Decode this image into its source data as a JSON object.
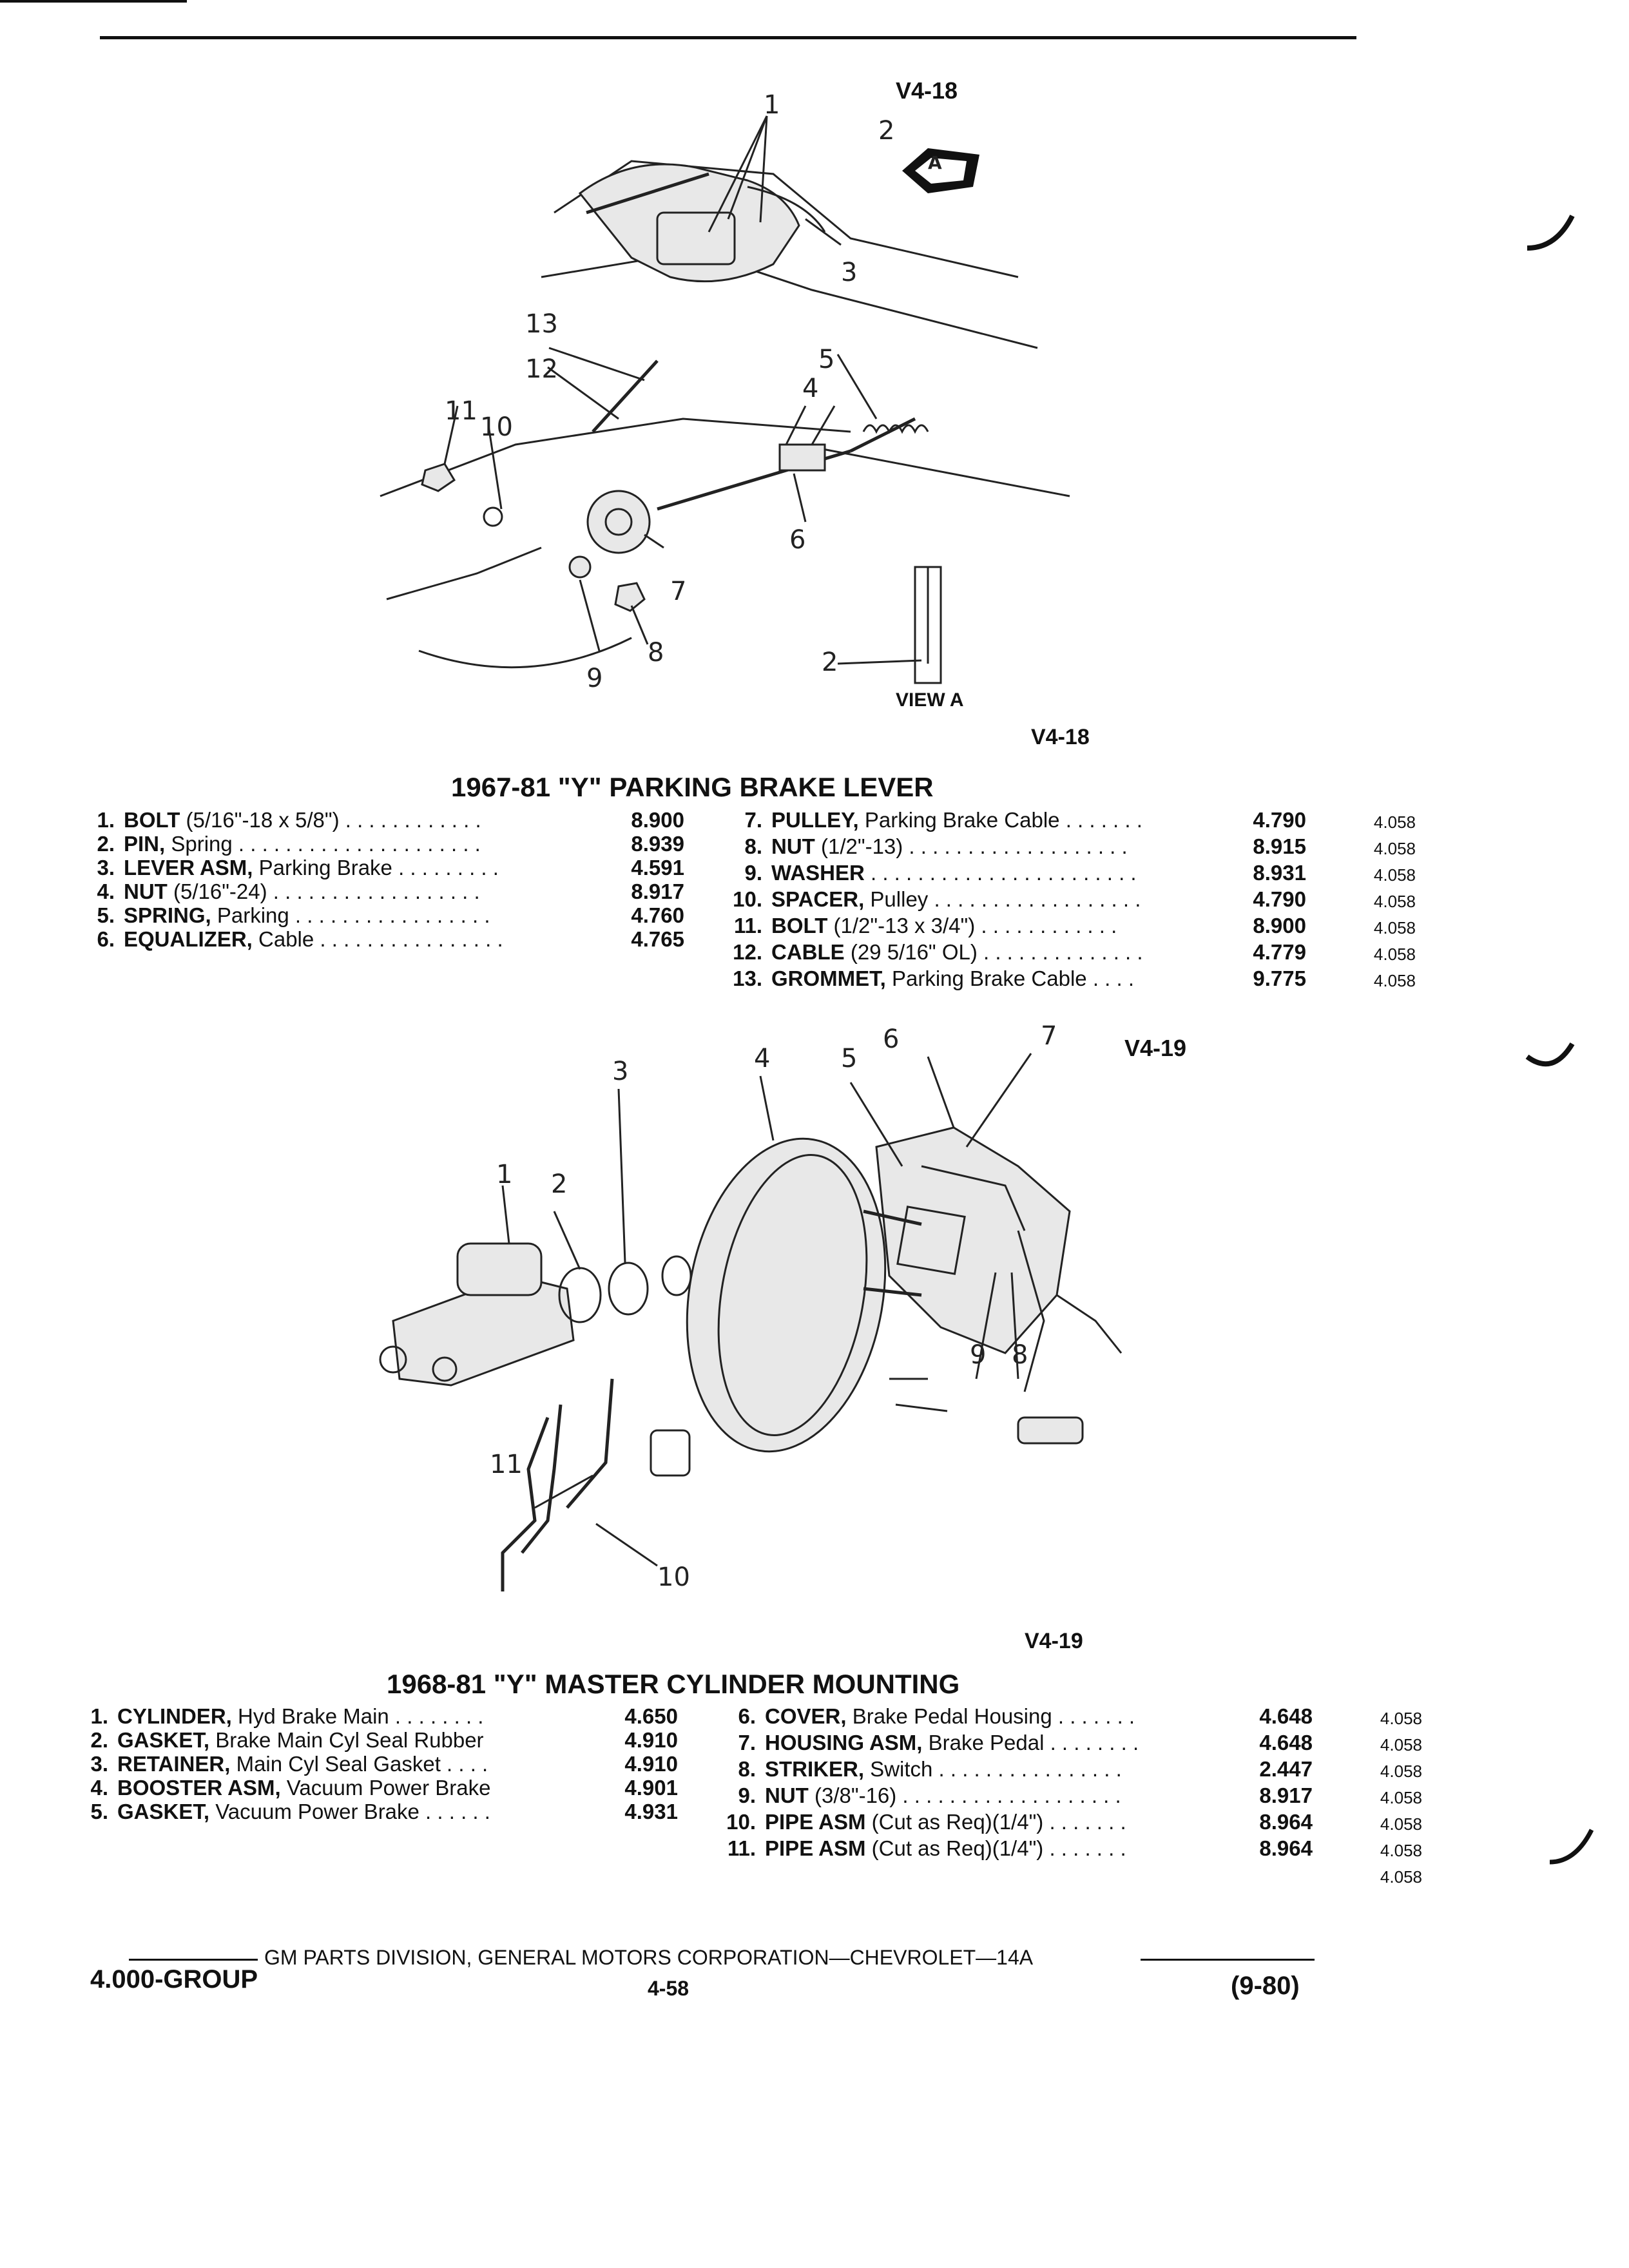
{
  "diagram1": {
    "code": "V4-18",
    "view_label": "VIEW A",
    "view_letter": "A",
    "caption": "V4-18",
    "callouts": [
      "1",
      "2",
      "3",
      "4",
      "5",
      "6",
      "7",
      "8",
      "9",
      "10",
      "11",
      "12",
      "13",
      "2"
    ]
  },
  "section1": {
    "title": "1967-81 \"Y\" PARKING BRAKE LEVER",
    "left": [
      {
        "num": "1.",
        "name": "BOLT",
        "desc": " (5/16\"-18 x 5/8\") . . . . . . . . . . . .",
        "part": "8.900"
      },
      {
        "num": "2.",
        "name": "PIN,",
        "desc": " Spring . . . . . . . . . . . . . . . . . . . . .",
        "part": "8.939"
      },
      {
        "num": "3.",
        "name": "LEVER ASM,",
        "desc": " Parking Brake . . . . . . . . .",
        "part": "4.591"
      },
      {
        "num": "4.",
        "name": "NUT",
        "desc": " (5/16\"-24) . . . . . . . . . . . . . . . . . .",
        "part": "8.917"
      },
      {
        "num": "5.",
        "name": "SPRING,",
        "desc": " Parking . . . . . . . . . . . . . . . . .",
        "part": "4.760"
      },
      {
        "num": "6.",
        "name": "EQUALIZER,",
        "desc": " Cable . . . . . . . . . . . . . . . .",
        "part": "4.765"
      }
    ],
    "right": [
      {
        "num": "7.",
        "name": "PULLEY,",
        "desc": " Parking Brake Cable . . . . . . .",
        "part": "4.790",
        "grp": "4.058"
      },
      {
        "num": "8.",
        "name": "NUT",
        "desc": " (1/2\"-13) . . . . . . . . . . . . . . . . . . .",
        "part": "8.915",
        "grp": "4.058"
      },
      {
        "num": "9.",
        "name": "WASHER",
        "desc": " . . . . . . . . . . . . . . . . . . . . . . .",
        "part": "8.931",
        "grp": "4.058"
      },
      {
        "num": "10.",
        "name": "SPACER,",
        "desc": " Pulley . . . . . . . . . . . . . . . . . .",
        "part": "4.790",
        "grp": "4.058"
      },
      {
        "num": "11.",
        "name": "BOLT",
        "desc": " (1/2\"-13 x 3/4\") . . . . . . . . . . . .",
        "part": "8.900",
        "grp": "4.058"
      },
      {
        "num": "12.",
        "name": "CABLE",
        "desc": " (29 5/16\" OL) . . . . . . . . . . . . . .",
        "part": "4.779",
        "grp": "4.058"
      },
      {
        "num": "13.",
        "name": "GROMMET,",
        "desc": " Parking Brake Cable . . . .",
        "part": "9.775",
        "grp": "4.058"
      }
    ]
  },
  "diagram2": {
    "code": "V4-19",
    "caption": "V4-19",
    "callouts": [
      "1",
      "2",
      "3",
      "4",
      "5",
      "6",
      "7",
      "8",
      "9",
      "10",
      "11"
    ]
  },
  "section2": {
    "title": "1968-81 \"Y\" MASTER CYLINDER MOUNTING",
    "left": [
      {
        "num": "1.",
        "name": "CYLINDER,",
        "desc": " Hyd Brake Main . . . . . . . .",
        "part": "4.650"
      },
      {
        "num": "2.",
        "name": "GASKET,",
        "desc": " Brake Main Cyl Seal Rubber",
        "part": "4.910"
      },
      {
        "num": "3.",
        "name": "RETAINER,",
        "desc": " Main Cyl Seal Gasket . . . .",
        "part": "4.910"
      },
      {
        "num": "4.",
        "name": "BOOSTER ASM,",
        "desc": " Vacuum Power Brake",
        "part": "4.901"
      },
      {
        "num": "5.",
        "name": "GASKET,",
        "desc": " Vacuum Power Brake . . . . . .",
        "part": "4.931"
      }
    ],
    "right": [
      {
        "num": "6.",
        "name": "COVER,",
        "desc": " Brake Pedal Housing . . . . . . .",
        "part": "4.648",
        "grp": "4.058"
      },
      {
        "num": "7.",
        "name": "HOUSING ASM,",
        "desc": " Brake Pedal . . . . . . . .",
        "part": "4.648",
        "grp": "4.058"
      },
      {
        "num": "8.",
        "name": "STRIKER,",
        "desc": " Switch . . . . . . . . . . . . . . . .",
        "part": "2.447",
        "grp": "4.058"
      },
      {
        "num": "9.",
        "name": "NUT",
        "desc": " (3/8\"-16) . . . . . . . . . . . . . . . . . . .",
        "part": "8.917",
        "grp": "4.058"
      },
      {
        "num": "10.",
        "name": "PIPE ASM",
        "desc": " (Cut as Req)(1/4\") . . . . . . .",
        "part": "8.964",
        "grp": "4.058"
      },
      {
        "num": "11.",
        "name": "PIPE ASM",
        "desc": " (Cut as Req)(1/4\") . . . . . . .",
        "part": "8.964",
        "grp": "4.058"
      }
    ],
    "extra_grp": "4.058"
  },
  "footer": {
    "line": "GM PARTS DIVISION, GENERAL MOTORS CORPORATION—CHEVROLET—14A",
    "group": "4.000-GROUP",
    "page": "4-58",
    "date": "(9-80)"
  }
}
